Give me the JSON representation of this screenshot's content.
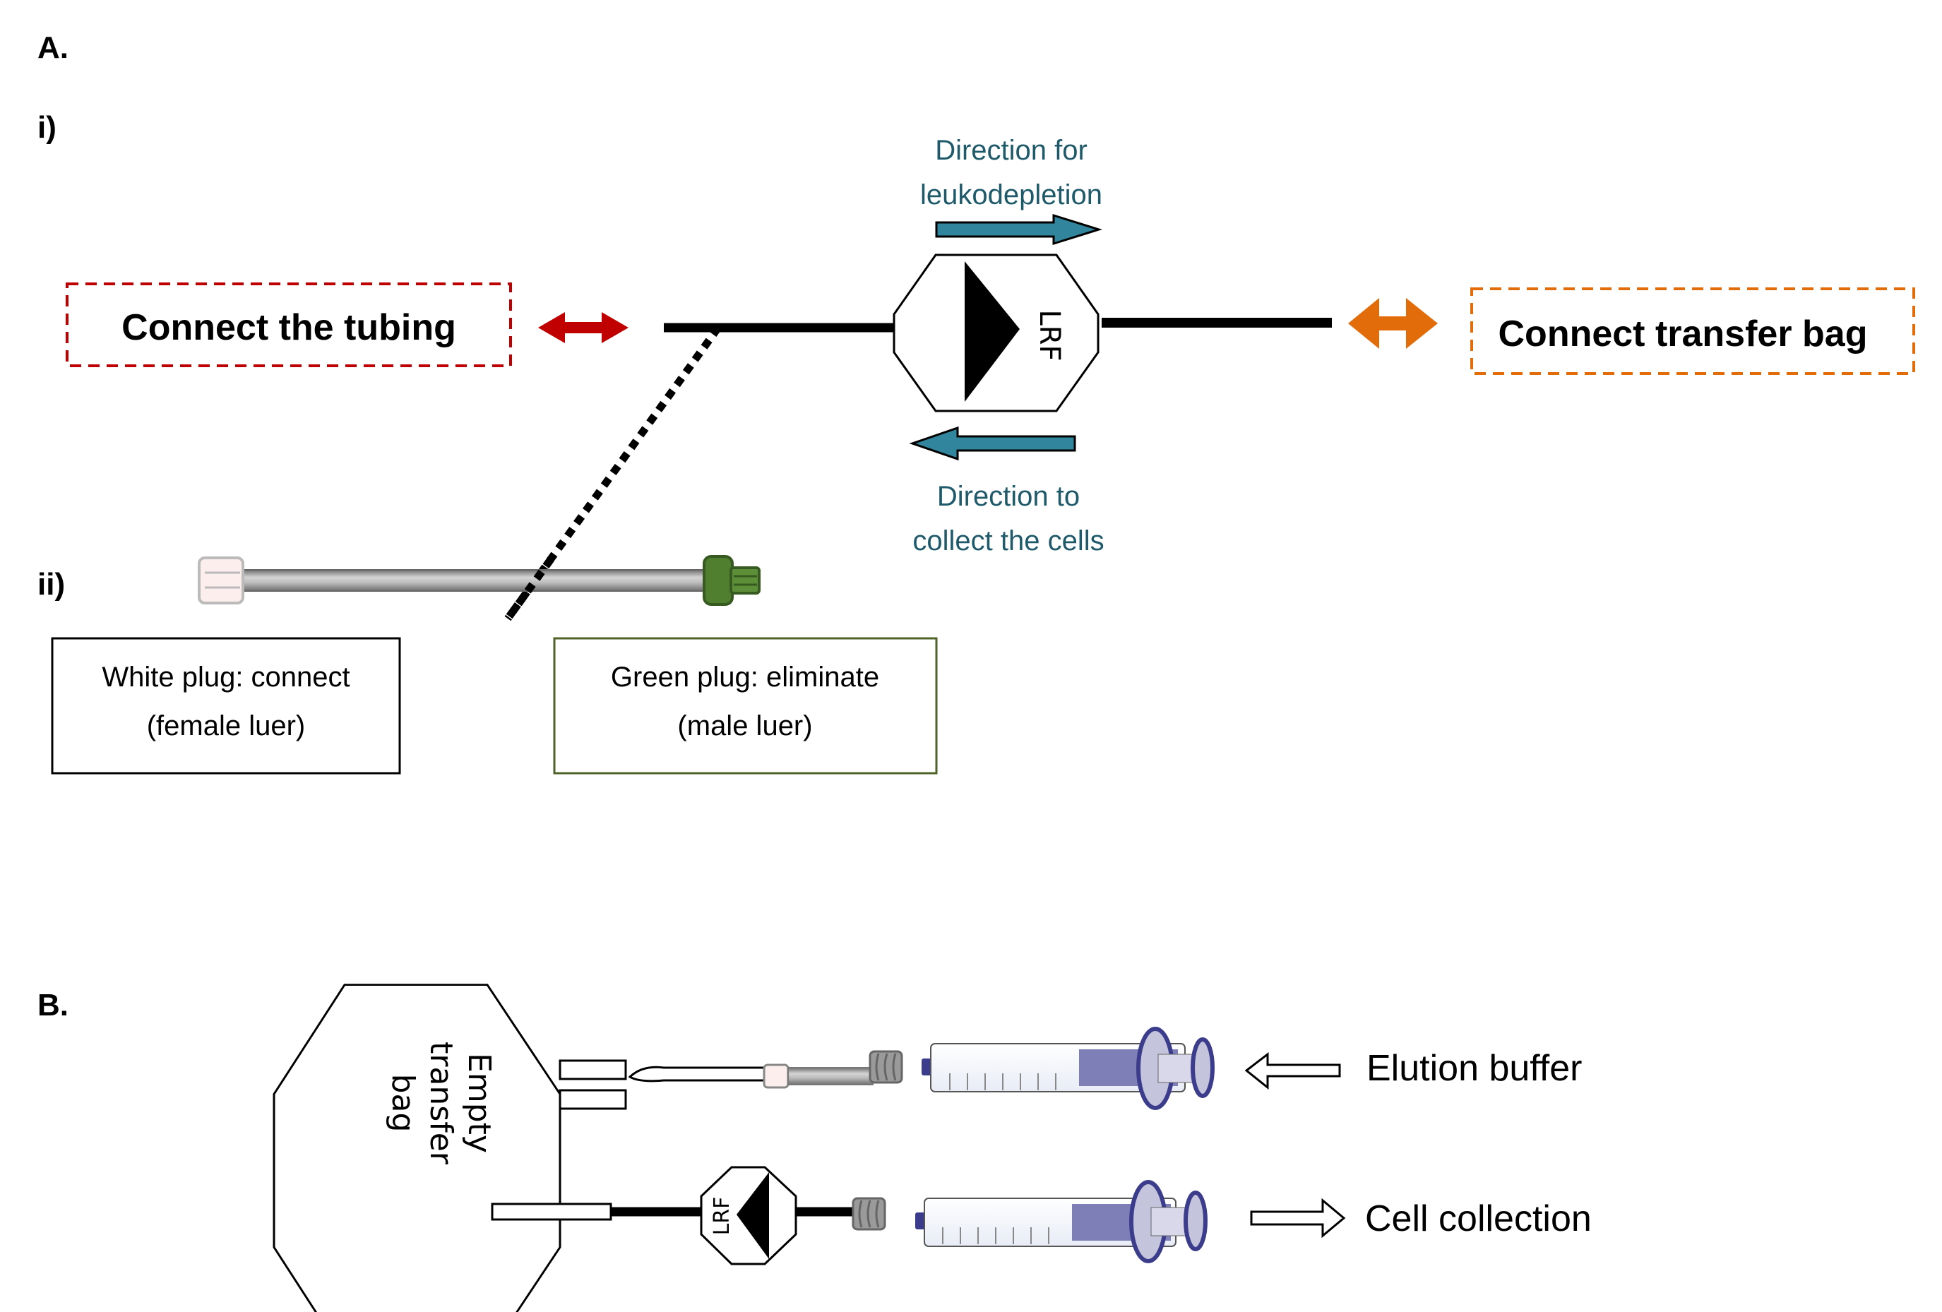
{
  "panel_a": {
    "label": "A.",
    "sub_i_label": "i)",
    "sub_ii_label": "ii)",
    "connect_tubing_label": "Connect the tubing",
    "connect_bag_label": "Connect transfer bag",
    "filter_label": "LRF",
    "direction_leukodepletion_line1": "Direction for",
    "direction_leukodepletion_line2": "leukodepletion",
    "direction_collect_line1": "Direction to",
    "direction_collect_line2": "collect the cells",
    "white_plug_line1": "White plug: connect",
    "white_plug_line2": "(female luer)",
    "green_plug_line1": "Green plug: eliminate",
    "green_plug_line2": "(male luer)"
  },
  "panel_b": {
    "label": "B.",
    "bag_line1": "Empty",
    "bag_line2": "transfer",
    "bag_line3": "bag",
    "filter_label": "LRF",
    "elution_label": "Elution buffer",
    "collection_label": "Cell collection"
  },
  "colors": {
    "red_accent": "#c00000",
    "orange_accent": "#e36c0a",
    "teal_arrow": "#31859c",
    "teal_text": "#1f5a6b",
    "green_plug": "#4f7f2f",
    "syringe_blue": "#3c3c8c"
  }
}
